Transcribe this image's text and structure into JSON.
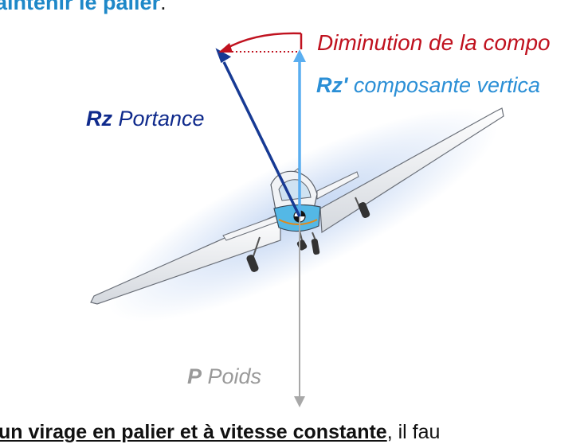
{
  "header": {
    "bold_text": "aintenir le palier",
    "tail_text": "."
  },
  "labels": {
    "diminution": "Diminution de la compo",
    "rz_prime_symbol": "Rz'",
    "rz_prime_text": " composante vertica",
    "rz_symbol": "Rz",
    "rz_text": " Portance",
    "p_symbol": "P",
    "p_text": " Poids"
  },
  "footer": {
    "bold_text": "un virage en palier et à vitesse constante",
    "tail_text": ", il fau"
  },
  "colors": {
    "diminution": "#c0121f",
    "rz_prime": "#2b8fd6",
    "rz": "#0f2a8c",
    "weight": "#9a9a9a",
    "heading": "#1e88c8"
  }
}
